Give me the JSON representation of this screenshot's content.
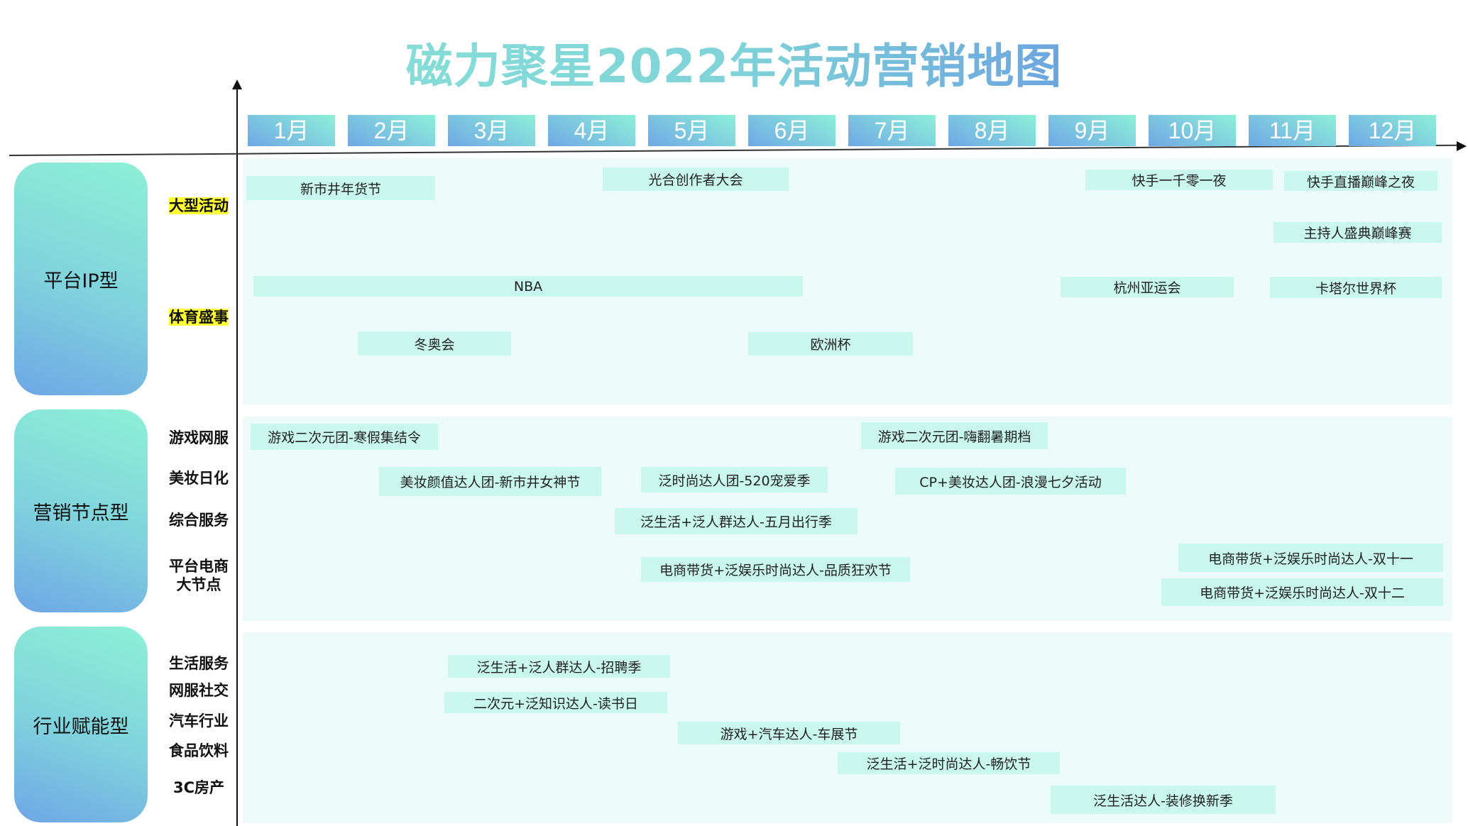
{
  "title": "磁力聚星2022年活动营销地图",
  "months": [
    "1月",
    "2月",
    "3月",
    "4月",
    "5月",
    "6月",
    "7月",
    "8月",
    "9月",
    "10月",
    "11月",
    "12月"
  ],
  "categories": [
    {
      "label": "平台IP型",
      "subcategories": [
        "大型活动",
        "体育盛事"
      ]
    },
    {
      "label": "营销节点型",
      "subcategories": [
        "游戏网服",
        "美妆日化",
        "综合服务",
        "平台电商\n大节点"
      ]
    },
    {
      "label": "行业赋能型",
      "subcategories": [
        "生活服务",
        "网服社交",
        "汽车行业",
        "食品饮料",
        "3C房产"
      ]
    }
  ],
  "events": [
    "新市井年货节",
    "光合创作者大会",
    "快手一千零一夜",
    "快手直播巅峰之夜",
    "主持人盛典巅峰赛",
    "NBA",
    "杭州亚运会",
    "卡塔尔世界杯",
    "冬奥会",
    "欧洲杯",
    "游戏二次元团-寒假集结令",
    "游戏二次元团-嗨翻暑期档",
    "美妆颜值达人团-新市井女神节",
    "泛时尚达人团-520宠爱季",
    "CP+美妆达人团-浪漫七夕活动",
    "泛生活+泛人群达人-五月出行季",
    "电商带货+泛娱乐时尚达人-品质狂欢节",
    "电商带货+泛娱乐时尚达人-双十一",
    "电商带货+泛娱乐时尚达人-双十二",
    "泛生活+泛人群达人-招聘季",
    "二次元+泛知识达人-读书日",
    "游戏+汽车达人-车展节",
    "泛生活+泛时尚达人-畅饮节",
    "泛生活达人-装修换新季"
  ],
  "colors": {
    "event_bg": "#c9f7ed",
    "panel_bg": "#ecfbfa",
    "highlight": "#ffff33",
    "gradient_blue": "#6fa7e6",
    "gradient_mint": "#8df0d8"
  }
}
